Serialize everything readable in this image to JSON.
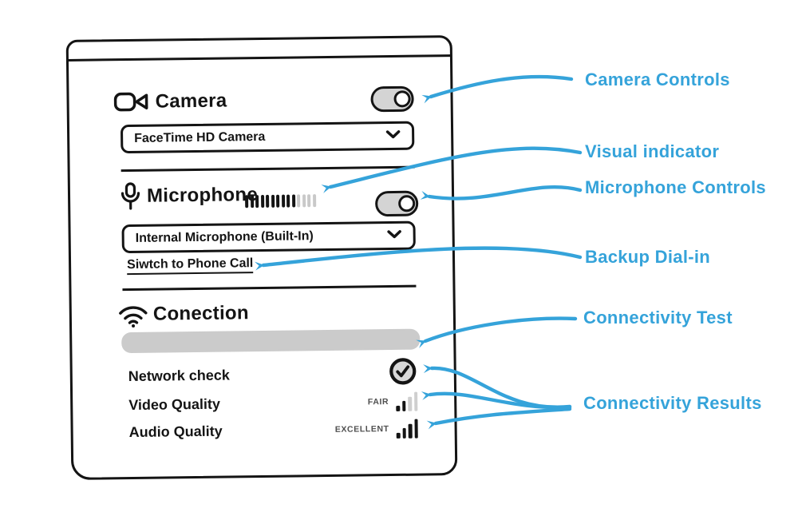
{
  "colors": {
    "accent": "#35a3da",
    "ink": "#141414",
    "progress_fill": "#cbcbcb",
    "toggle_fill": "#d4d4d4",
    "bar_off": "#c9c9c9",
    "result_text": "#4f4f4f"
  },
  "panel": {
    "camera": {
      "label": "Camera",
      "toggle_on": true,
      "device": "FaceTime HD Camera"
    },
    "microphone": {
      "label": "Microphone",
      "toggle_on": true,
      "level": {
        "filled": 10,
        "total": 14
      },
      "device": "Internal Microphone (Built-In)",
      "backup_link": "Siwtch to Phone Call"
    },
    "connection": {
      "label": "Conection",
      "rows": [
        {
          "label": "Network check",
          "result_type": "check"
        },
        {
          "label": "Video Quality",
          "result_label": "FAIR",
          "bars_filled": 2,
          "bars_total": 4
        },
        {
          "label": "Audio Quality",
          "result_label": "EXCELLENT",
          "bars_filled": 4,
          "bars_total": 4
        }
      ]
    }
  },
  "annotations": {
    "camera_controls": "Camera Controls",
    "visual_indicator": "Visual indicator",
    "microphone_controls": "Microphone Controls",
    "backup_dialin": "Backup Dial-in",
    "connectivity_test": "Connectivity Test",
    "connectivity_results": "Connectivity Results"
  }
}
